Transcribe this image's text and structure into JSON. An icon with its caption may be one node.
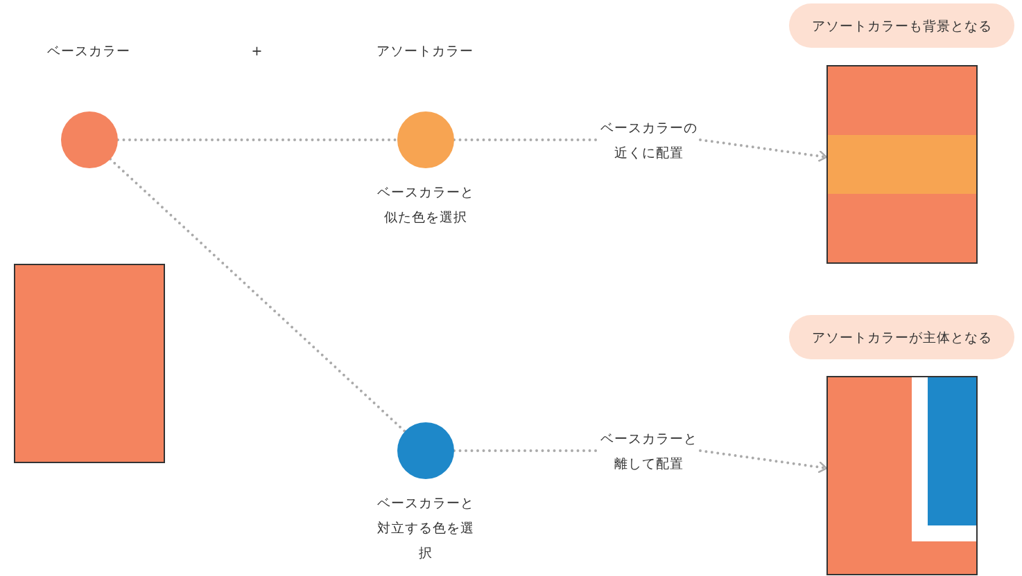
{
  "diagram": {
    "nodes": [
      {
        "text": [],
        "shape": "circle"
      },
      {
        "text": [],
        "shape": "box"
      },
      {
        "text": [],
        "shape": "circle",
        "beside": [
          "ベースカラーと似た色を選択"
        ]
      },
      {
        "text": [
          "ベースカラーの近くに配置"
        ]
      },
      {
        "text": [
          "アソートカラーも背景となる"
        ]
      },
      {
        "text": [],
        "shape": "box"
      },
      {
        "text": [],
        "shape": "circle",
        "beside": [
          "ベースカラーと対立する色を選択"
        ]
      },
      {
        "text": [
          "ベースカラーと離して配置"
        ]
      },
      {
        "text": [
          "アソートカラーが主体となる"
        ]
      },
      {
        "text": [],
        "shape": "box"
      }
    ],
    "edges": [
      {
        "from": 0,
        "to": 2,
        "arrow": "none"
      },
      {
        "from": 0,
        "to": 6,
        "arrow": "none"
      },
      {
        "from": 2,
        "to": 3,
        "arrow": "none"
      },
      {
        "from": 3,
        "to": 5,
        "arrow": "to"
      },
      {
        "from": 6,
        "to": 7,
        "arrow": "none"
      },
      {
        "from": 7,
        "to": 9,
        "arrow": "to"
      }
    ],
    "labels": [
      "ベースカラー",
      "+",
      "アソートカラー"
    ]
  }
}
